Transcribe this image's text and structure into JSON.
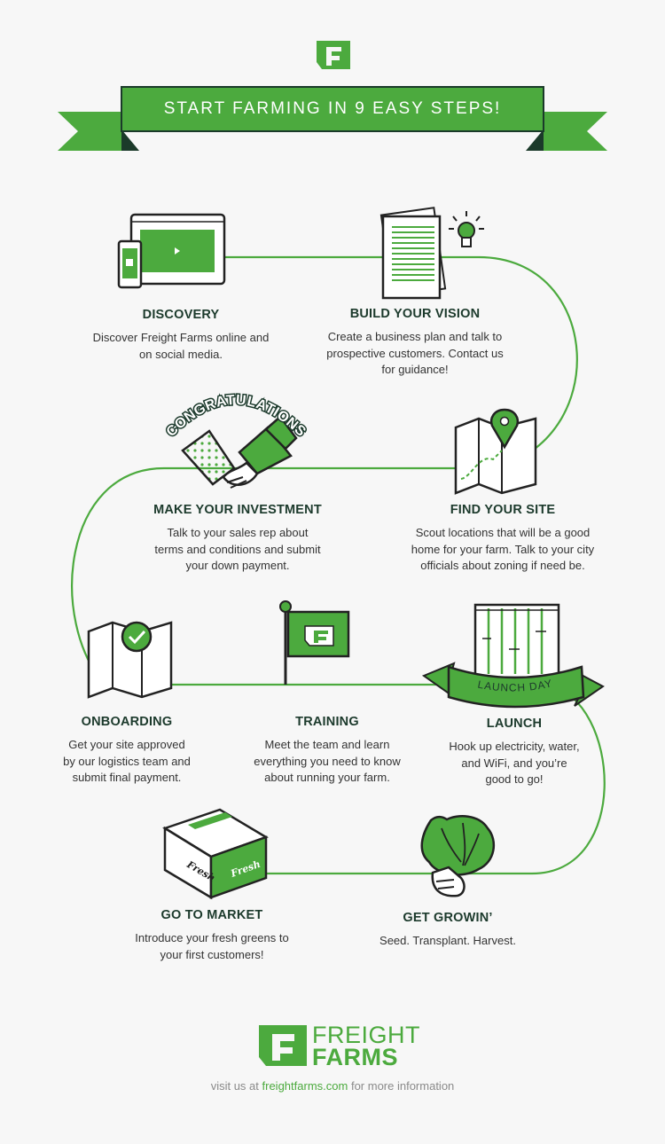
{
  "banner": {
    "title": "START FARMING IN 9 EASY STEPS!"
  },
  "curved_text": {
    "congratulations": "CONGRATULATIONS",
    "launch_day": "LAUNCH DAY"
  },
  "box_text": "Fresh",
  "steps": [
    {
      "title": "DISCOVERY",
      "lines": [
        "Discover Freight Farms online and",
        "on social media."
      ]
    },
    {
      "title": "BUILD YOUR VISION",
      "lines": [
        "Create a business plan and talk to",
        "prospective customers. Contact us",
        "for guidance!"
      ]
    },
    {
      "title": "MAKE YOUR INVESTMENT",
      "lines": [
        "Talk to your sales rep about",
        "terms and conditions and submit",
        "your down payment."
      ]
    },
    {
      "title": "FIND YOUR SITE",
      "lines": [
        "Scout locations that will be a good",
        "home for your farm. Talk to your city",
        "officials about zoning if need be."
      ]
    },
    {
      "title": "ONBOARDING",
      "lines": [
        "Get your site approved",
        "by our logistics team and",
        "submit final payment."
      ]
    },
    {
      "title": "TRAINING",
      "lines": [
        "Meet the team and learn",
        "everything you need to know",
        "about running your farm."
      ]
    },
    {
      "title": "LAUNCH",
      "lines": [
        "Hook up electricity, water,",
        "and WiFi, and you’re",
        "good to go!"
      ]
    },
    {
      "title": "GO TO MARKET",
      "lines": [
        "Introduce your fresh greens to",
        "your first customers!"
      ]
    },
    {
      "title": "GET GROWIN’",
      "lines": [
        "Seed. Transplant. Harvest."
      ]
    }
  ],
  "brand": {
    "line1": "FREIGHT",
    "line2": "FARMS"
  },
  "footer": {
    "prefix": "visit us at",
    "link": "freightfarms.com",
    "suffix": "for more information"
  },
  "colors": {
    "green": "#4caa3e",
    "dark_green": "#1c3a2c",
    "line": "#222222",
    "background": "#f7f7f7"
  },
  "icons": [
    "freight-farms-logo-icon",
    "laptop-phone-icon",
    "documents-lightbulb-icon",
    "handshake-icon",
    "map-pin-icon",
    "map-check-icon",
    "flag-icon",
    "container-icon",
    "produce-box-icon",
    "lettuce-hand-icon"
  ]
}
